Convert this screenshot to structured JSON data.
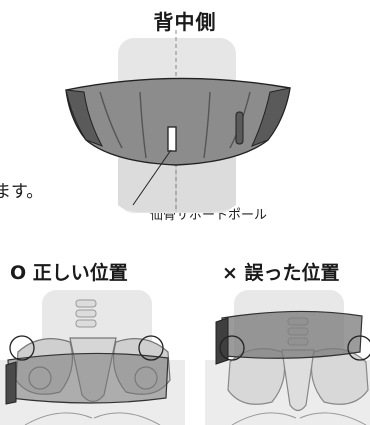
{
  "back_side_label": "背中側",
  "cut_text": "ます。",
  "support_pole_label": "仙骨サポートポール",
  "correct_position_label": "O 正しい位置",
  "wrong_position_label": "× 誤った位置",
  "colors": {
    "belt_dark": "#5a5a5a",
    "belt_mid": "#8c8c8c",
    "body": "#e6e6e6",
    "bone": "#d9d9d9",
    "outline": "#222222"
  }
}
